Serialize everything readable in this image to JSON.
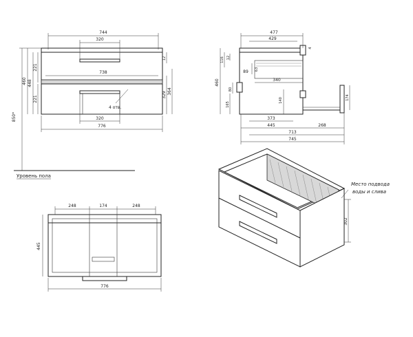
{
  "front_view": {
    "width_top": "744",
    "handle_top": "320",
    "inner_width": "738",
    "handle_bottom": "320",
    "width_bottom": "776",
    "height_total": "460",
    "height_left": "448",
    "drawer_top": "221",
    "drawer_bottom": "221",
    "floor_height": "850*",
    "right_small": "12",
    "right_mid": "329",
    "right_big": "364",
    "note_holes": "4 отв.",
    "floor_label": "Уровень пола"
  },
  "side_view": {
    "width_477": "477",
    "width_429": "429",
    "small_4": "4",
    "h_116": "116",
    "h_12": "12",
    "h_89": "89",
    "h_63": "63",
    "w_340": "340",
    "h_460": "460",
    "h_80": "80",
    "h_165": "165",
    "h_140": "140",
    "h_174": "174",
    "w_373": "373",
    "w_445": "445",
    "w_268": "268",
    "w_713": "713",
    "w_745": "745"
  },
  "top_view": {
    "seg_left": "248",
    "seg_mid": "174",
    "seg_right": "248",
    "depth": "445",
    "width": "776"
  },
  "iso_view": {
    "label_line1": "Место подвода",
    "label_line2": "воды и слива",
    "height_302": "302"
  }
}
